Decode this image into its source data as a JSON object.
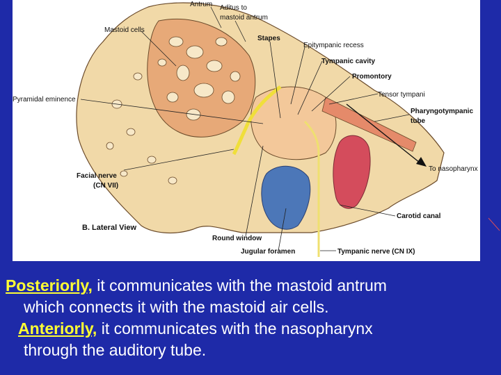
{
  "figure": {
    "panel_label": "B. Lateral View",
    "labels": {
      "antrum": "Antrum",
      "aditus1": "Aditus to",
      "aditus2": "mastoid antrum",
      "mastoid_cells": "Mastoid cells",
      "stapes": "Stapes",
      "epitympanic": "Epitympanic recess",
      "tympanic_cavity": "Tympanic cavity",
      "promontory": "Promontory",
      "tensor": "Tensor tympani",
      "pyramidal": "Pyramidal eminence",
      "pharyngo1": "Pharyngotympanic",
      "pharyngo2": "tube",
      "to_naso": "To nasopharynx",
      "facial1": "Facial nerve",
      "facial2": "(CN VII)",
      "carotid": "Carotid canal",
      "round_window": "Round window",
      "jugular": "Jugular foramen",
      "tympanic_nerve": "Tympanic nerve (CN IX)"
    }
  },
  "text": {
    "p1_kw": "Posteriorly,",
    "p1_a": " it communicates with the mastoid antrum",
    "p1_b": "which connects it with the mastoid air cells.",
    "p2_kw": "Anteriorly,",
    "p2_a": " it communicates with the nasopharynx",
    "p2_b": "through the auditory tube."
  },
  "colors": {
    "background": "#1e2aa8",
    "keyword": "#ffff33",
    "body_text": "#ffffff"
  }
}
